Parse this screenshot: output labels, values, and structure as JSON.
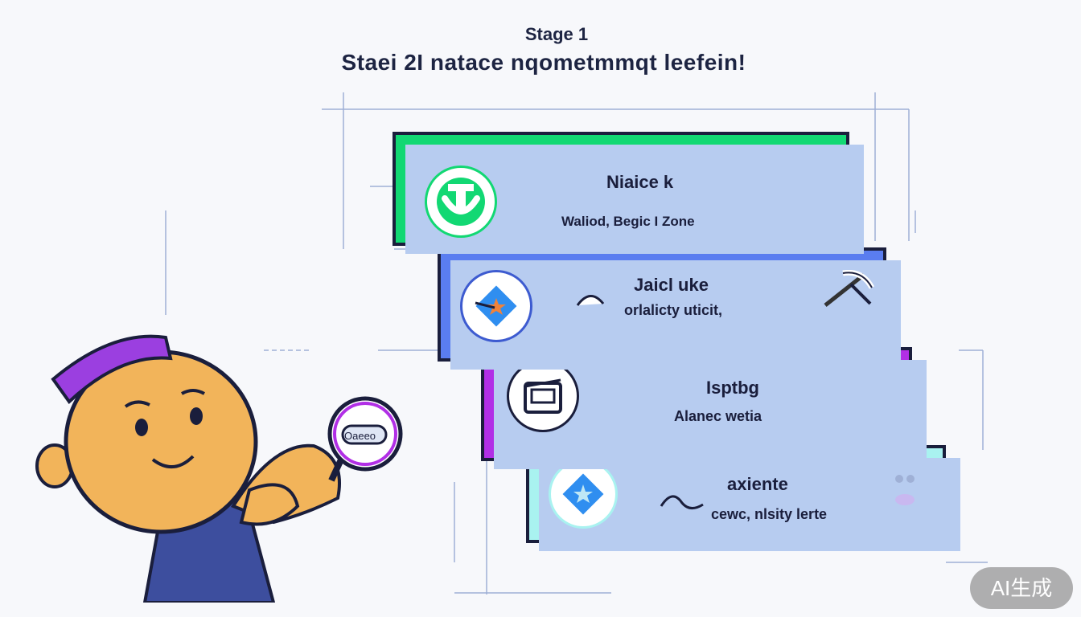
{
  "header": {
    "stage_label": "Stage 1",
    "title": "Staei 2I natace nqometmmqt leefein!"
  },
  "cards": [
    {
      "title": "Niaice k",
      "subtitle": "Waliod, Begic I Zone",
      "color": "#12d873",
      "icon": "anchor-smile-icon"
    },
    {
      "title": "Jaicl uke",
      "subtitle": "orlalicty uticit,",
      "color": "#5a7df0",
      "icon": "diamond-star-icon",
      "extra_icon": "pickaxe-icon"
    },
    {
      "title": "Isptbg",
      "subtitle": "Alanec wetia",
      "color": "#b12fe6",
      "icon": "device-icon"
    },
    {
      "title": "axiente",
      "subtitle": "cewc, nlsity lerte",
      "color": "#a9f2f0",
      "icon": "star-badge-icon",
      "extra_icon": "people-icon"
    }
  ],
  "magnifier_label": "Oaeeo",
  "watermark": "AI生成",
  "colors": {
    "outline": "#1a1e3c",
    "shadow": "#b7ccf0",
    "skin": "#f2b45a",
    "hat": "#9b3fe0",
    "shirt": "#3d4e9e"
  }
}
